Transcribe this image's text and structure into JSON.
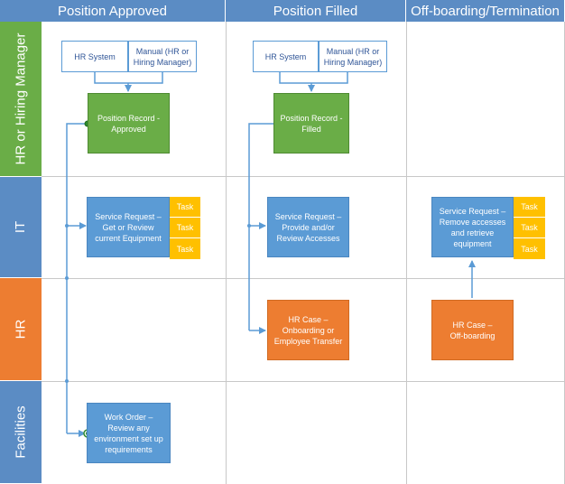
{
  "columns": [
    "Position Approved",
    "Position Filled",
    "Off-boarding/Termination"
  ],
  "lanes": [
    {
      "label": "HR or Hiring Manager",
      "color": "#6aad47"
    },
    {
      "label": "IT",
      "color": "#5b8cc4"
    },
    {
      "label": "HR",
      "color": "#ed7d31"
    },
    {
      "label": "Facilities",
      "color": "#5b8cc4"
    }
  ],
  "sources": {
    "approved": {
      "system": "HR System",
      "manual": "Manual (HR or\nHiring Manager)"
    },
    "filled": {
      "system": "HR System",
      "manual": "Manual (HR or\nHiring Manager)"
    }
  },
  "boxes": {
    "position_approved": "Position Record -\nApproved",
    "position_filled": "Position Record -\nFilled",
    "sr_equipment": "Service Request –\nGet or Review\ncurrent Equipment",
    "sr_access": "Service Request –\nProvide and/or\nReview Accesses",
    "sr_offboard": "Service Request –\nRemove accesses\nand retrieve\nequipment",
    "hr_onboard": "HR Case –\nOnboarding or\nEmployee Transfer",
    "hr_offboard": "HR Case –\nOff-boarding",
    "work_order": "Work Order –\nReview any\nenvironment set up\nrequirements"
  },
  "task_label": "Task"
}
